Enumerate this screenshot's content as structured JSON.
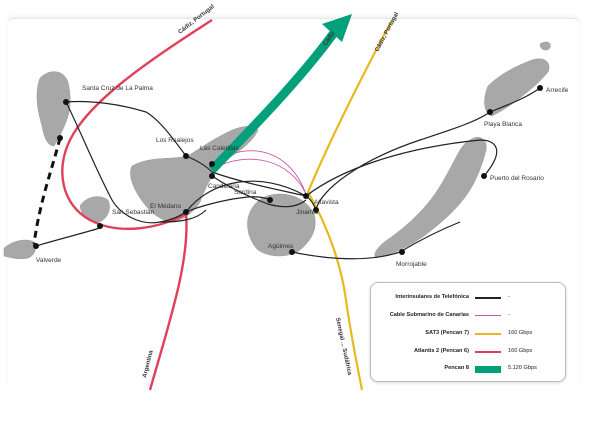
{
  "places": {
    "santa_cruz": "Santa Cruz de La Palma",
    "los_realejos": "Los Realejos",
    "las_caletillas": "Las Caletillas",
    "candelaria": "Candelaria",
    "san_sebastian": "San Sebastián",
    "el_medano": "El Médano",
    "sardina": "Sardina",
    "altavista": "Altavista",
    "jinamar": "Jinamar",
    "aguimes": "Agüimes",
    "morrojable": "Morrojable",
    "puerto_rosario": "Puerto del Rosario",
    "playa_blanca": "Playa Blanca",
    "arrecife": "Arrecife",
    "valverde": "Valverde"
  },
  "route_labels": {
    "cadiz_portugal_red": "Cádiz, Portugal",
    "cadiz_green": "Cádiz",
    "cadiz_portugal_yellow": "Cádiz, Portugal",
    "argentina": "Argentina",
    "senegal_sudafrica": "Senegal ... Sudáfrica"
  },
  "legend": {
    "rows": [
      {
        "name": "Interinsulares de Telefónica",
        "value": "-",
        "color": "#222222",
        "kind": "line"
      },
      {
        "name": "Cable Submarino de Canarias",
        "value": "-",
        "color": "#cc55aa",
        "kind": "thin"
      },
      {
        "name": "SAT3 (Pencan 7)",
        "value": "160 Gbps",
        "color": "#e8b820",
        "kind": "line"
      },
      {
        "name": "Atlantis 2 (Pencan 6)",
        "value": "160 Gbps",
        "color": "#e0405a",
        "kind": "line"
      },
      {
        "name": "Pencan 8",
        "value": "5.120 Gbps",
        "color": "#00a07a",
        "kind": "thick"
      }
    ]
  },
  "colors": {
    "island": "#a8a8a8",
    "telefonica": "#222222",
    "submarino": "#cc55aa",
    "sat3": "#e8b820",
    "atlantis": "#e0405a",
    "pencan8": "#00a07a"
  }
}
